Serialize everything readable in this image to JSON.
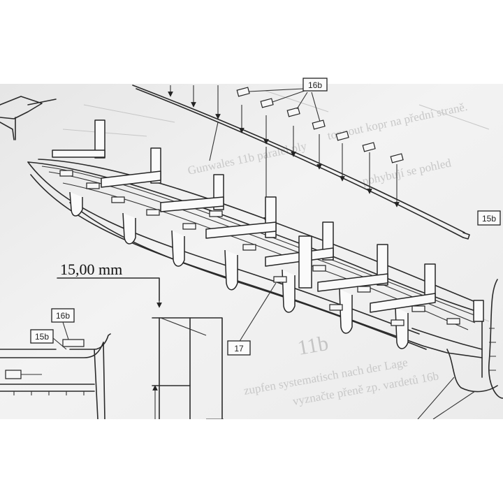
{
  "sheet": {
    "paper_color": "#f1f1f1",
    "ink_color": "#222222"
  },
  "labels": {
    "part_16b_top": "16b",
    "part_15b_right": "15b",
    "part_17": "17",
    "part_16b_detail": "16b",
    "part_15b_detail": "15b",
    "part_11b_ghost": "11b"
  },
  "dimension": {
    "text": "15,00 mm"
  },
  "ghost_text": [
    "topnout kopr na přední straně.",
    "Gunwales 11b paralel ply",
    "zupfen systematisch nach der Lage",
    "vyznačte přeně zp. vardetů 16b",
    "pohybují se pohled"
  ]
}
